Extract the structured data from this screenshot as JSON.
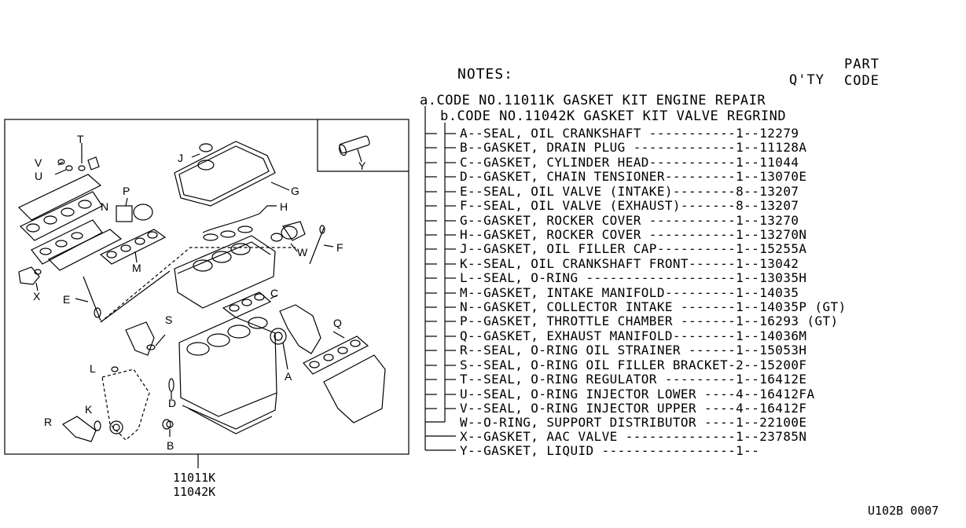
{
  "header": {
    "notes_label": "NOTES:",
    "qty_header": "Q'TY",
    "part_header_line1": "PART",
    "part_header_line2": "CODE"
  },
  "kits": [
    {
      "text": "a.CODE NO.11011K GASKET KIT ENGINE REPAIR"
    },
    {
      "text": "b.CODE NO.11042K GASKET KIT VALVE REGRIND"
    }
  ],
  "parts": [
    {
      "line": "A--SEAL, OIL CRANKSHAFT -----------1--12279"
    },
    {
      "line": "B--GASKET, DRAIN PLUG -------------1--11128A"
    },
    {
      "line": "C--GASKET, CYLINDER HEAD-----------1--11044"
    },
    {
      "line": "D--GASKET, CHAIN TENSIONER---------1--13070E"
    },
    {
      "line": "E--SEAL, OIL VALVE (INTAKE)--------8--13207"
    },
    {
      "line": "F--SEAL, OIL VALVE (EXHAUST)-------8--13207"
    },
    {
      "line": "G--GASKET, ROCKER COVER -----------1--13270"
    },
    {
      "line": "H--GASKET, ROCKER COVER -----------1--13270N"
    },
    {
      "line": "J--GASKET, OIL FILLER CAP----------1--15255A"
    },
    {
      "line": "K--SEAL, OIL CRANKSHAFT FRONT------1--13042"
    },
    {
      "line": "L--SEAL, O-RING -------------------1--13035H"
    },
    {
      "line": "M--GASKET, INTAKE MANIFOLD---------1--14035"
    },
    {
      "line": "N--GASKET, COLLECTOR INTAKE -------1--14035P (GT)"
    },
    {
      "line": "P--GASKET, THROTTLE CHAMBER -------1--16293 (GT)"
    },
    {
      "line": "Q--GASKET, EXHAUST MANIFOLD--------1--14036M"
    },
    {
      "line": "R--SEAL, O-RING OIL STRAINER ------1--15053H"
    },
    {
      "line": "S--SEAL, O-RING OIL FILLER BRACKET-2--15200F"
    },
    {
      "line": "T--SEAL, O-RING REGULATOR ---------1--16412E"
    },
    {
      "line": "U--SEAL, O-RING INJECTOR LOWER ----4--16412FA"
    },
    {
      "line": "V--SEAL, O-RING INJECTOR UPPER ----4--16412F"
    },
    {
      "line": "W--O-RING, SUPPORT DISTRIBUTOR ----1--22100E"
    },
    {
      "line": "X--GASKET, AAC VALVE --------------1--23785N"
    },
    {
      "line": "Y--GASKET, LIQUID -----------------1--"
    }
  ],
  "diagram": {
    "callouts": [
      "T",
      "V",
      "U",
      "J",
      "G",
      "P",
      "H",
      "N",
      "W",
      "F",
      "M",
      "X",
      "E",
      "C",
      "S",
      "Q",
      "L",
      "A",
      "K",
      "D",
      "R",
      "B",
      "Y"
    ],
    "kit_code_1": "11011K",
    "kit_code_2": "11042K"
  },
  "footer": {
    "ref_code": "U102B 0007"
  }
}
